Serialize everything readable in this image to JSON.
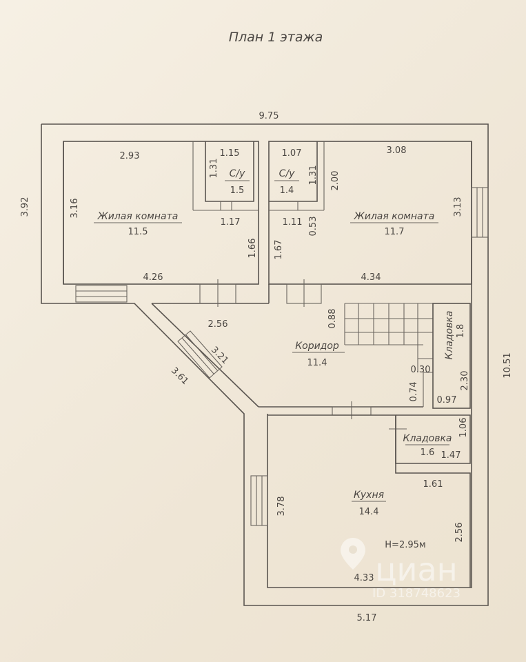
{
  "title": "План 1 этажа",
  "overall": {
    "width_top": "9.75",
    "width_bottom": "5.17",
    "height_left": "3.92",
    "height_right": "10.51",
    "diag_outer": "3.61",
    "diag_inner": "3.21"
  },
  "rooms": {
    "living_left": {
      "name": "Жилая комната",
      "area": "11.5",
      "top": "2.93",
      "bottom": "4.26",
      "left": "3.16",
      "right": "1.66"
    },
    "living_right": {
      "name": "Жилая комната",
      "area": "11.7",
      "top": "3.08",
      "bottom": "4.34",
      "left": "2.00",
      "right": "3.13"
    },
    "wc_left": {
      "name": "С/у",
      "area": "1.5",
      "top": "1.15",
      "side": "1.31",
      "bottom": "1.17"
    },
    "wc_right": {
      "name": "С/у",
      "area": "1.4",
      "top": "1.07",
      "side": "1.31",
      "bottom": "1.11",
      "extra": "0.53",
      "left_side": "1.67"
    },
    "corridor": {
      "name": "Коридор",
      "area": "11.4",
      "door": "2.56",
      "stair": "0.88",
      "d1": "0.30",
      "d2": "0.74"
    },
    "storage_1": {
      "name": "Кладовка",
      "area": "1.8",
      "side": "2.30",
      "bottom": "0.97"
    },
    "storage_2": {
      "name": "Кладовка",
      "area": "1.6",
      "side": "1.06",
      "bottom": "1.47"
    },
    "kitchen": {
      "name": "Кухня",
      "area": "14.4",
      "left": "3.78",
      "right": "2.56",
      "top": "1.61",
      "bottom": "4.33",
      "height": "H=2.95м"
    }
  },
  "watermark": {
    "brand": "циан",
    "id": "ID 318748623"
  },
  "colors": {
    "line": "#5a5550",
    "paper": "#f3ecdf"
  }
}
